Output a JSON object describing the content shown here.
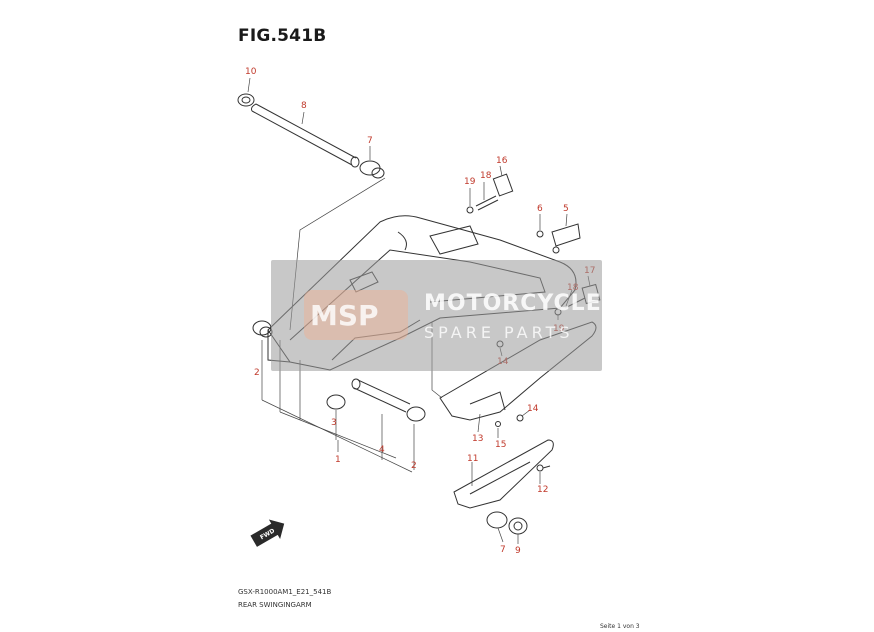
{
  "figure_title": "FIG.541B",
  "model_code": "GSX-R1000AM1_E21_541B",
  "caption": "REAR SWINGINGARM",
  "page_indicator": "Seite 1 von 3",
  "watermark": {
    "logo": "MSP",
    "title": "MOTORCYCLE",
    "subtitle": "SPARE PARTS"
  },
  "fwd_label": "FWD",
  "callouts": {
    "c10": "10",
    "c8": "8",
    "c7a": "7",
    "c16": "16",
    "c18a": "18",
    "c19a": "19",
    "c6": "6",
    "c5": "5",
    "c17": "17",
    "c18b": "18",
    "c19b": "19",
    "c14a": "14",
    "c14b": "14",
    "c13": "13",
    "c15": "15",
    "c2a": "2",
    "c3": "3",
    "c4": "4",
    "c1": "1",
    "c2b": "2",
    "c11": "11",
    "c12": "12",
    "c7b": "7",
    "c9": "9"
  },
  "colors": {
    "callout": "#c0392b",
    "line": "#333333",
    "watermark": "#9a9a9a"
  }
}
